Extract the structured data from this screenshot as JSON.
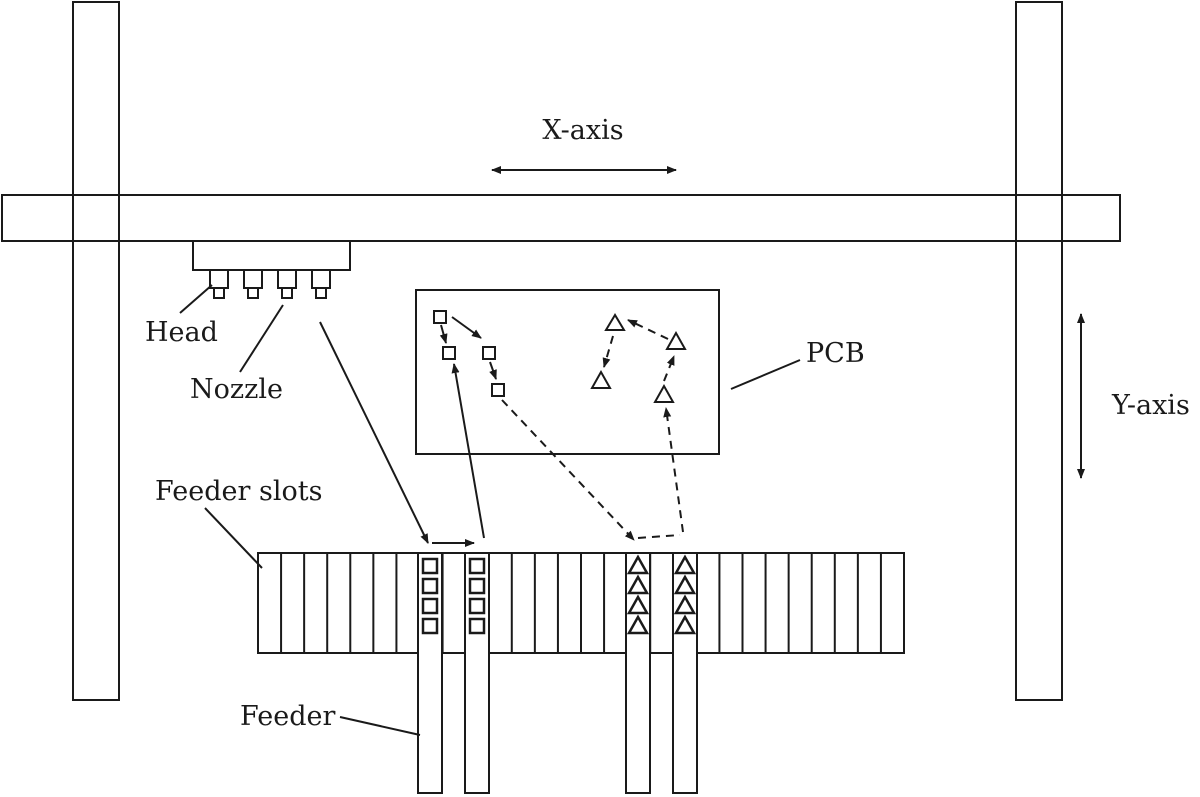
{
  "labels": {
    "x_axis": "X-axis",
    "y_axis": "Y-axis",
    "head": "Head",
    "nozzle": "Nozzle",
    "pcb": "PCB",
    "feeder_slots": "Feeder slots",
    "feeder": "Feeder"
  },
  "feeder_slot_count": 28,
  "nozzle_count": 4,
  "components_per_feeder": 4
}
